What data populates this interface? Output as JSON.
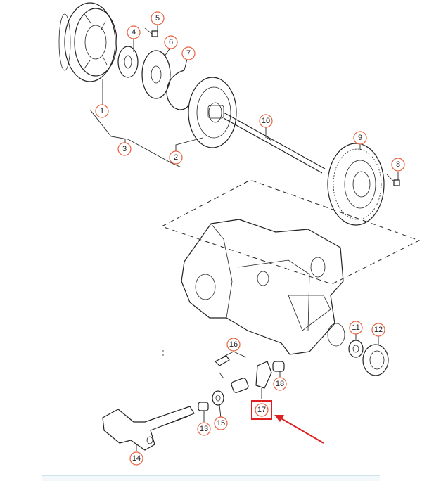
{
  "diagram": {
    "callouts": [
      {
        "id": "c1",
        "label": "1"
      },
      {
        "id": "c2",
        "label": "2"
      },
      {
        "id": "c3",
        "label": "3"
      },
      {
        "id": "c4",
        "label": "4"
      },
      {
        "id": "c5",
        "label": "5"
      },
      {
        "id": "c6",
        "label": "6"
      },
      {
        "id": "c7",
        "label": "7"
      },
      {
        "id": "c8",
        "label": "8"
      },
      {
        "id": "c9",
        "label": "9"
      },
      {
        "id": "c10",
        "label": "10"
      },
      {
        "id": "c11",
        "label": "11"
      },
      {
        "id": "c12",
        "label": "12"
      },
      {
        "id": "c13",
        "label": "13"
      },
      {
        "id": "c14",
        "label": "14"
      },
      {
        "id": "c15",
        "label": "15"
      },
      {
        "id": "c16",
        "label": "16"
      },
      {
        "id": "c17",
        "label": "17"
      },
      {
        "id": "c18",
        "label": "18"
      }
    ],
    "highlighted_callout": "17",
    "highlight_color": "#e02020",
    "callout_color": "#e8603c"
  }
}
